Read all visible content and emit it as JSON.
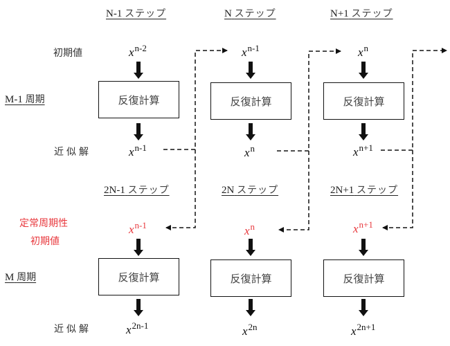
{
  "colors": {
    "accent_red": "#e8383d",
    "line": "#111111"
  },
  "row_labels": {
    "initial_value": "初期値",
    "approx_solution": "近似解",
    "steady_initial_line1": "定常周期性",
    "steady_initial_line2": "初期値",
    "approx_solution_bottom": "近似解"
  },
  "cycles": [
    {
      "prefix": "M-1",
      "suffix": "周期"
    },
    {
      "prefix": "M",
      "suffix": "周期"
    }
  ],
  "top_steps": [
    {
      "prefix": "N-1",
      "suffix": "ステップ",
      "input_base": "x",
      "input_sup": "n-2",
      "process": "反復計算",
      "output_base": "x",
      "output_sup": "n-1"
    },
    {
      "prefix": "N",
      "suffix": "ステップ",
      "input_base": "x",
      "input_sup": "n-1",
      "process": "反復計算",
      "output_base": "x",
      "output_sup": "n"
    },
    {
      "prefix": "N+1",
      "suffix": "ステップ",
      "input_base": "x",
      "input_sup": "n",
      "process": "反復計算",
      "output_base": "x",
      "output_sup": "n+1"
    }
  ],
  "bottom_steps": [
    {
      "prefix": "2N-1",
      "suffix": "ステップ",
      "input_base": "x",
      "input_sup": "n-1",
      "process": "反復計算",
      "output_base": "x",
      "output_sup": "2n-1"
    },
    {
      "prefix": "2N",
      "suffix": "ステップ",
      "input_base": "x",
      "input_sup": "n",
      "process": "反復計算",
      "output_base": "x",
      "output_sup": "2n"
    },
    {
      "prefix": "2N+1",
      "suffix": "ステップ",
      "input_base": "x",
      "input_sup": "n+1",
      "process": "反復計算",
      "output_base": "x",
      "output_sup": "2n+1"
    }
  ]
}
